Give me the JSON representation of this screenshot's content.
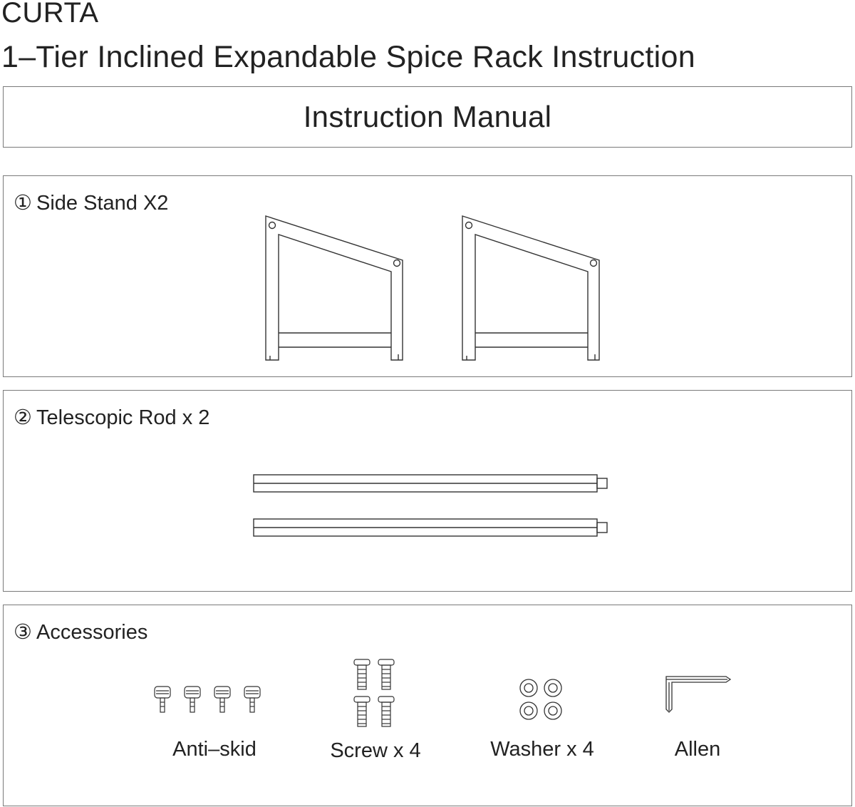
{
  "header": {
    "brand": "CURTA",
    "title": "1–Tier Inclined Expandable Spice Rack Instruction"
  },
  "manual": {
    "title": "Instruction Manual"
  },
  "parts": [
    {
      "number": "①",
      "label": "Side Stand X2"
    },
    {
      "number": "②",
      "label": "Telescopic Rod x 2"
    },
    {
      "number": "③",
      "label": "Accessories"
    }
  ],
  "accessories": [
    {
      "label": "Anti–skid",
      "icon": "anti-skid-foot-icon"
    },
    {
      "label": "Screw x 4",
      "icon": "screw-icon"
    },
    {
      "label": "Washer x 4",
      "icon": "washer-icon"
    },
    {
      "label": "Allen",
      "icon": "allen-key-icon"
    }
  ]
}
